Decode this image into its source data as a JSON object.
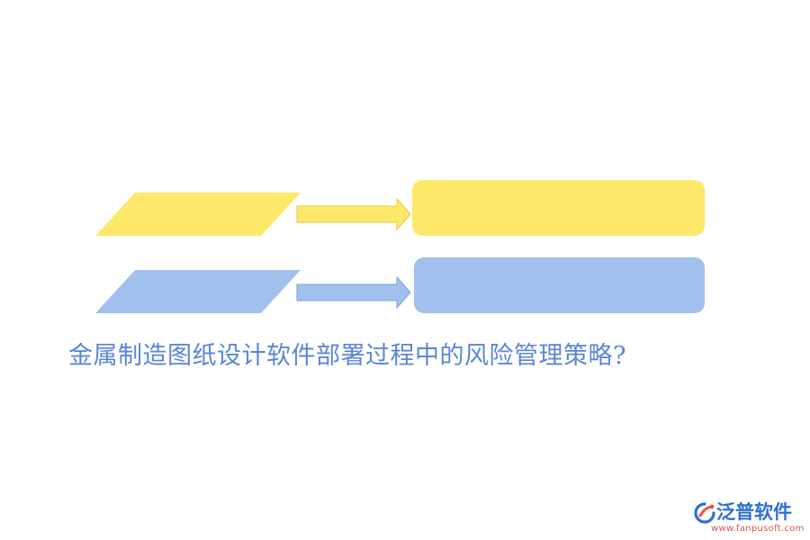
{
  "caption": {
    "text": "金属制造图纸设计软件部署过程中的风险管理策略?",
    "color": "#5b86d6"
  },
  "diagram": {
    "rows": [
      {
        "name": "row-1",
        "fill": "#fde86a",
        "arrow_fill": "#fde86a",
        "arrow_stroke": "#e6c93a"
      },
      {
        "name": "row-2",
        "fill": "#a2c0ee",
        "arrow_fill": "#a2c0ee",
        "arrow_stroke": "#7a9fdc"
      }
    ]
  },
  "logo": {
    "name": "泛普软件",
    "url": "www.fanpusoft.com",
    "name_color": "#2d6fd4",
    "url_color": "#d9534f",
    "mark_color_primary": "#2d6fd4",
    "mark_color_accent": "#e8534a",
    "icon": "fanpu-logo-icon"
  }
}
